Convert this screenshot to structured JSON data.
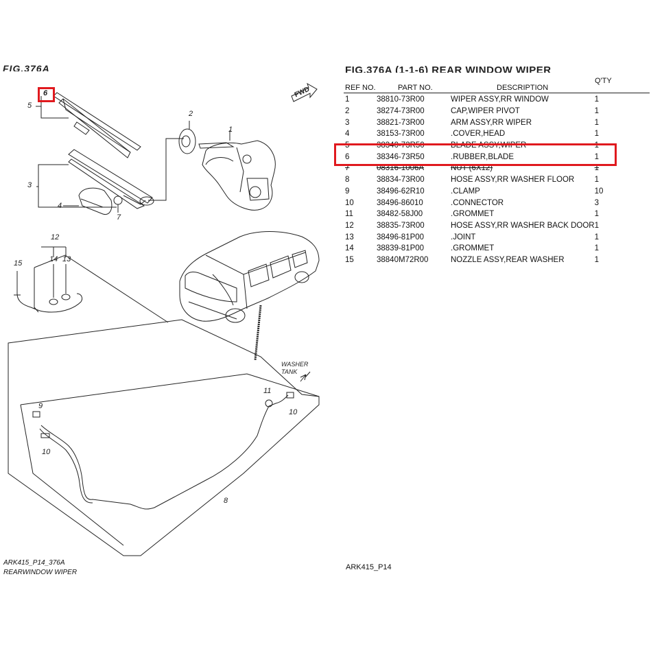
{
  "figure": {
    "title_left": "FIG.376A",
    "title_right": "FIG.376A (1-1-6) REAR WINDOW WIPER",
    "fwd_label": "FWD",
    "washer_tank_label": "WASHER TANK"
  },
  "table": {
    "headers": {
      "ref": "REF NO.",
      "part": "PART NO.",
      "desc": "DESCRIPTION",
      "qty": "Q'TY"
    },
    "rows": [
      {
        "ref": "1",
        "part": "38810-73R00",
        "desc": "WIPER ASSY,RR WINDOW",
        "qty": "1"
      },
      {
        "ref": "2",
        "part": "38274-73R00",
        "desc": "CAP,WIPER PIVOT",
        "qty": "1"
      },
      {
        "ref": "3",
        "part": "38821-73R00",
        "desc": "ARM ASSY,RR WIPER",
        "qty": "1"
      },
      {
        "ref": "4",
        "part": "38153-73R00",
        "desc": ".COVER,HEAD",
        "qty": "1"
      },
      {
        "ref": "5",
        "part": "38340-73R50",
        "desc": "BLADE ASSY,WIPER",
        "qty": "1"
      },
      {
        "ref": "6",
        "part": "38346-73R50",
        "desc": ".RUBBER,BLADE",
        "qty": "1"
      },
      {
        "ref": "7",
        "part": "08316-1006A",
        "desc": "NUT (6X12)",
        "qty": "1"
      },
      {
        "ref": "8",
        "part": "38834-73R00",
        "desc": "HOSE ASSY,RR WASHER FLOOR",
        "qty": "1"
      },
      {
        "ref": "9",
        "part": "38496-62R10",
        "desc": ".CLAMP",
        "qty": "10"
      },
      {
        "ref": "10",
        "part": "38496-86010",
        "desc": ".CONNECTOR",
        "qty": "3"
      },
      {
        "ref": "11",
        "part": "38482-58J00",
        "desc": ".GROMMET",
        "qty": "1"
      },
      {
        "ref": "12",
        "part": "38835-73R00",
        "desc": "HOSE ASSY,RR WASHER BACK DOOR",
        "qty": "1"
      },
      {
        "ref": "13",
        "part": "38496-81P00",
        "desc": ".JOINT",
        "qty": "1"
      },
      {
        "ref": "14",
        "part": "38839-81P00",
        "desc": ".GROMMET",
        "qty": "1"
      },
      {
        "ref": "15",
        "part": "38840M72R00",
        "desc": "NOZZLE ASSY,REAR WASHER",
        "qty": "1"
      }
    ]
  },
  "callouts": {
    "c1": "1",
    "c2": "2",
    "c3": "3",
    "c4": "4",
    "c5": "5",
    "c6": "6",
    "c7": "7",
    "c8": "8",
    "c9": "9",
    "c10a": "10",
    "c10b": "10",
    "c11": "11",
    "c12": "12",
    "c13": "13",
    "c14": "14",
    "c15": "15"
  },
  "footer": {
    "left_line1": "ARK415_P14_376A",
    "left_line2": "REARWINDOW WIPER",
    "right": "ARK415_P14"
  },
  "highlight_color": "#e0191e"
}
